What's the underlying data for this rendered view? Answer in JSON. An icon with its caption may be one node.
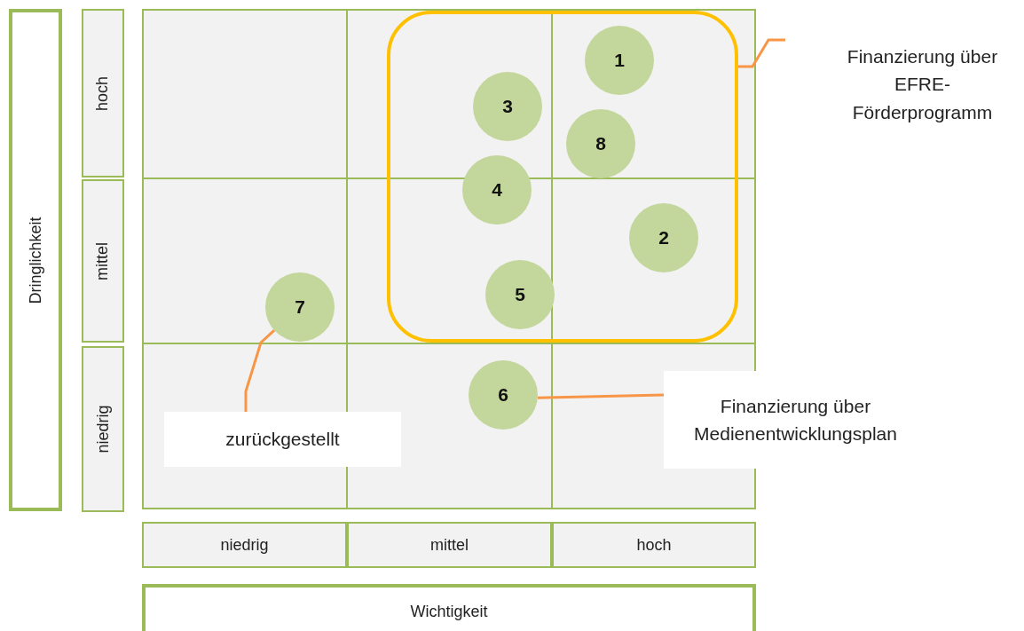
{
  "diagram": {
    "nodes": [
      {
        "text": [
          "Dringlichkeit"
        ]
      },
      {
        "text": [
          "hoch"
        ]
      },
      {
        "text": [
          "mittel"
        ]
      },
      {
        "text": [
          "niedrig"
        ]
      },
      {
        "text": [],
        "shape": "box"
      },
      {
        "text": [
          "1"
        ],
        "in": 4
      },
      {
        "text": [
          "3"
        ],
        "in": 4
      },
      {
        "text": [
          "8"
        ],
        "in": 4
      },
      {
        "text": [
          "4"
        ],
        "in": 4
      },
      {
        "text": [
          "2"
        ],
        "in": 4
      },
      {
        "text": [
          "5"
        ],
        "in": 4
      },
      {
        "text": [
          "Finanzierung über EFRE- Förderprogramm"
        ]
      },
      {
        "text": [
          "7"
        ]
      },
      {
        "text": [
          "6"
        ]
      },
      {
        "text": [
          "Finanzierung über Medienentwicklungsplan"
        ]
      },
      {
        "text": [
          "zurückgestellt"
        ]
      },
      {
        "text": [
          "niedrig"
        ]
      },
      {
        "text": [
          "mittel"
        ]
      },
      {
        "text": [
          "hoch"
        ]
      },
      {
        "text": [
          "Wichtigkeit"
        ]
      }
    ],
    "edges": [
      {
        "from": 11,
        "to": 4,
        "arrow": "none"
      },
      {
        "from": 14,
        "to": 13,
        "arrow": "none"
      },
      {
        "from": 15,
        "to": 12,
        "arrow": "none"
      }
    ]
  }
}
